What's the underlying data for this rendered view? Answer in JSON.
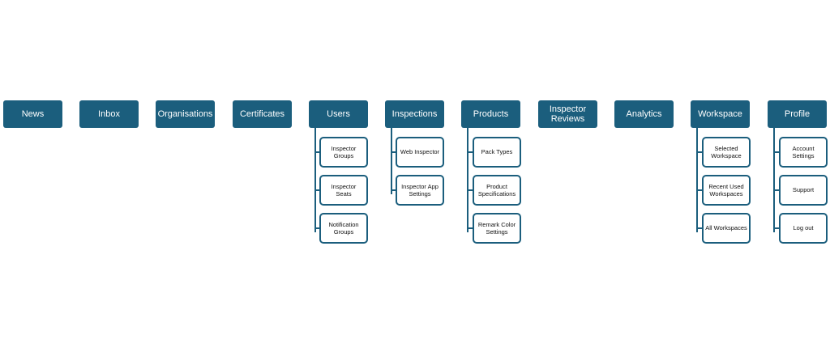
{
  "top_items": [
    "News",
    "Inbox",
    "Organisations",
    "Certificates",
    "Users",
    "Inspections",
    "Products",
    "Inspector Reviews",
    "Analytics",
    "Workspace",
    "Profile"
  ],
  "users": {
    "children": [
      "Inspector Groups",
      "Inspector Seats",
      "Notification Groups"
    ]
  },
  "inspections": {
    "children": [
      "Web Inspector",
      "Inspector App Settings"
    ]
  },
  "products": {
    "children": [
      "Pack Types",
      "Product Specifications",
      "Remark Color Settings"
    ]
  },
  "workspace": {
    "children": [
      "Selected Workspace",
      "Recent Used Workspaces",
      "All Workspaces"
    ]
  },
  "profile": {
    "children": [
      "Account Settings",
      "Support",
      "Log out"
    ]
  },
  "colors": {
    "box_fill": "#1b5e7d",
    "box_text": "#ffffff",
    "sub_border": "#1b5e7d",
    "sub_text": "#111111",
    "background": "#ffffff"
  }
}
